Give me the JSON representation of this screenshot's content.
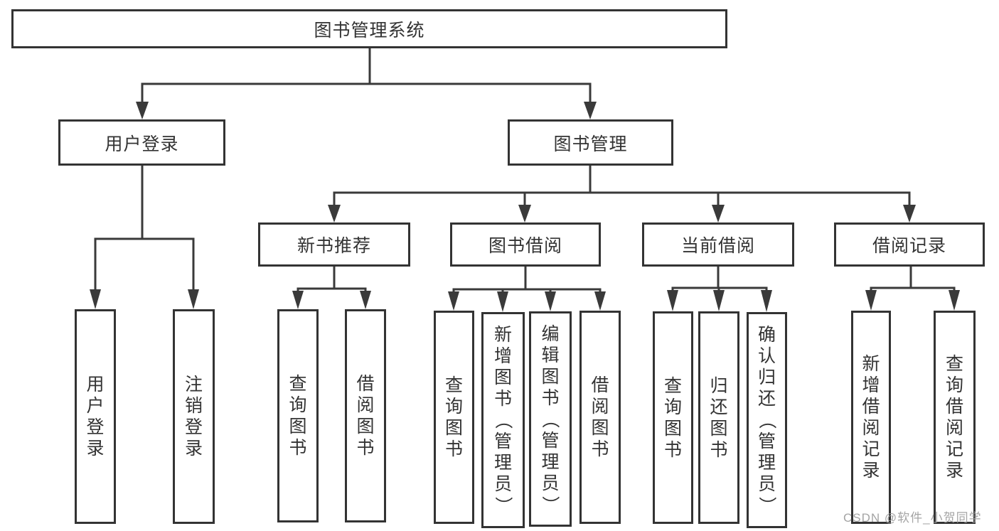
{
  "tree": {
    "label": "图书管理系统",
    "children": [
      {
        "label": "用户登录",
        "children": [
          {
            "label": "用户登录"
          },
          {
            "label": "注销登录"
          }
        ]
      },
      {
        "label": "图书管理",
        "children": [
          {
            "label": "新书推荐",
            "children": [
              {
                "label": "查询图书"
              },
              {
                "label": "借阅图书"
              }
            ]
          },
          {
            "label": "图书借阅",
            "children": [
              {
                "label": "查询图书"
              },
              {
                "label": "新增图书（管理员）"
              },
              {
                "label": "编辑图书（管理员）"
              },
              {
                "label": "借阅图书"
              }
            ]
          },
          {
            "label": "当前借阅",
            "children": [
              {
                "label": "查询图书"
              },
              {
                "label": "归还图书"
              },
              {
                "label": "确认归还（管理员）"
              }
            ]
          },
          {
            "label": "借阅记录",
            "children": [
              {
                "label": "新增借阅记录"
              },
              {
                "label": "查询借阅记录"
              }
            ]
          }
        ]
      }
    ]
  },
  "watermark": "CSDN @软件_小贺同学",
  "colors": {
    "line": "#3a3a3a",
    "box_border": "#333333",
    "box_fill": "#ffffff",
    "text": "#333333",
    "watermark": "#9b9b9b",
    "background": "#ffffff"
  }
}
